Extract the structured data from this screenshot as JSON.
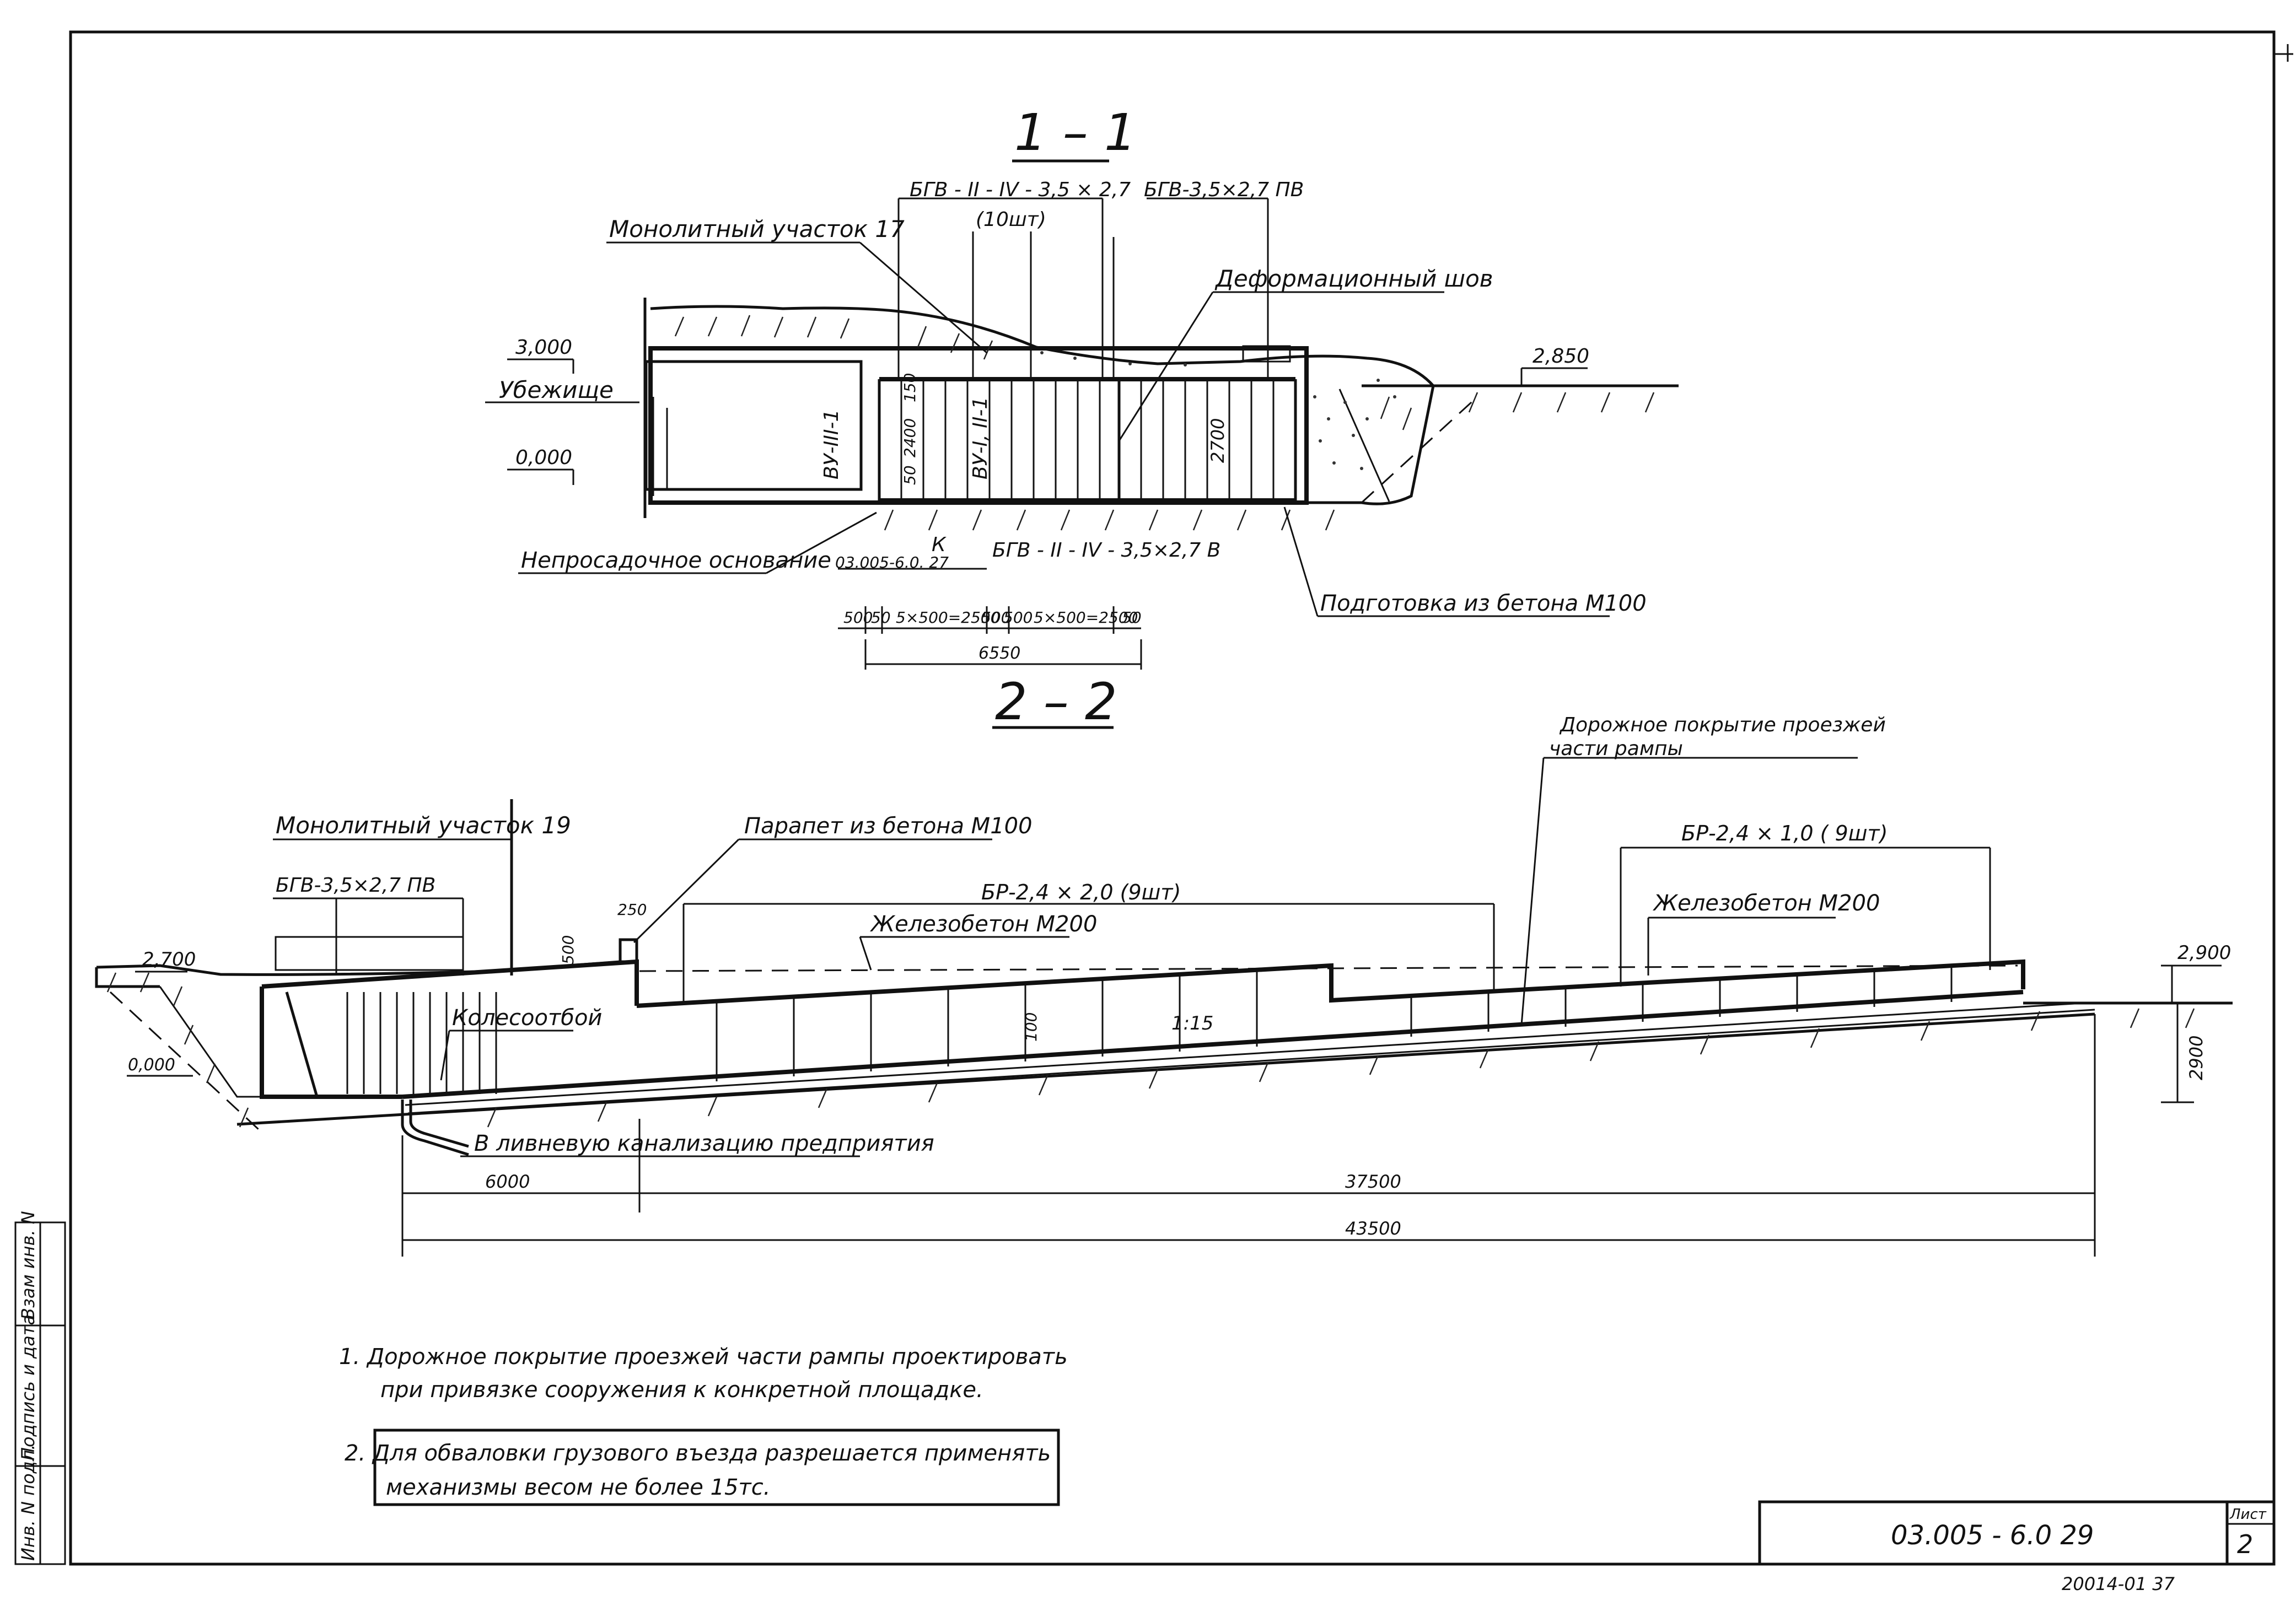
{
  "sections": {
    "s1": "1 – 1",
    "s2": "2 – 2"
  },
  "section_1_1": {
    "block_top": "БГВ - II - IV - 3,5 × 2,7",
    "block_count": "(10шт)",
    "block_pv": "БГВ-3,5×2,7 ПВ",
    "monolith": "Монолитный участок 17",
    "joint": "Деформационный шов",
    "level_3000": "3,000",
    "shelter": "Убежище",
    "level_0000": "0,000",
    "level_2850": "2,850",
    "vu3": "ВУ-III-1",
    "vu1": "ВУ-I, II-1",
    "dim_150": "150",
    "dim_2400": "2400",
    "dim_50v": "50",
    "dim_2700": "2700",
    "k_mark": "К",
    "k_ref": "03.005-6.0. 27",
    "block_bottom": "БГВ - II - IV - 3,5×2,7 В",
    "foundation": "Непросадочное основание",
    "prep": "Подготовка из бетона М100",
    "dims": [
      "500",
      "50",
      "5×500=2500",
      "500",
      "500",
      "5×500=2500",
      "50"
    ],
    "total": "6550"
  },
  "section_2_2": {
    "pavement_1": "Дорожное покрытие проезжей",
    "pavement_2": "части рампы",
    "monolith": "Монолитный участок 19",
    "parapet": "Парапет из бетона М100",
    "block_pv": "БГВ-3,5×2,7 ПВ",
    "dim_250": "250",
    "dim_500": "500",
    "br_20": "БР-2,4 × 2,0 (9шт)",
    "rc_1": "Железобетон М200",
    "br_10": "БР-2,4 × 1,0 ( 9шт)",
    "rc_2": "Железобетон М200",
    "level_2700": "2,700",
    "level_0000": "0,000",
    "level_2900": "2,900",
    "wheel_guard": "Колесоотбой",
    "slope": "1:15",
    "dim_100": "100",
    "dim_2900": "2900",
    "drain": "В ливневую канализацию предприятия",
    "dim_6000": "6000",
    "dim_37500": "37500",
    "dim_43500": "43500"
  },
  "notes": {
    "n1_line1": "1. Дорожное покрытие проезжей части рампы проектировать",
    "n1_line2": "при привязке сооружения к конкретной площадке.",
    "n2_line1": "2. Для обваловки грузового въезда разрешается применять",
    "n2_line2": "механизмы весом не более 15тс."
  },
  "side_stamp": [
    "Инв. N подл.",
    "Подпись и дата",
    "Взам инв. N"
  ],
  "title_block": {
    "code": "03.005 - 6.0 29",
    "sheet_label": "Лист",
    "sheet_no": "2"
  },
  "footer": "20014-01   37"
}
